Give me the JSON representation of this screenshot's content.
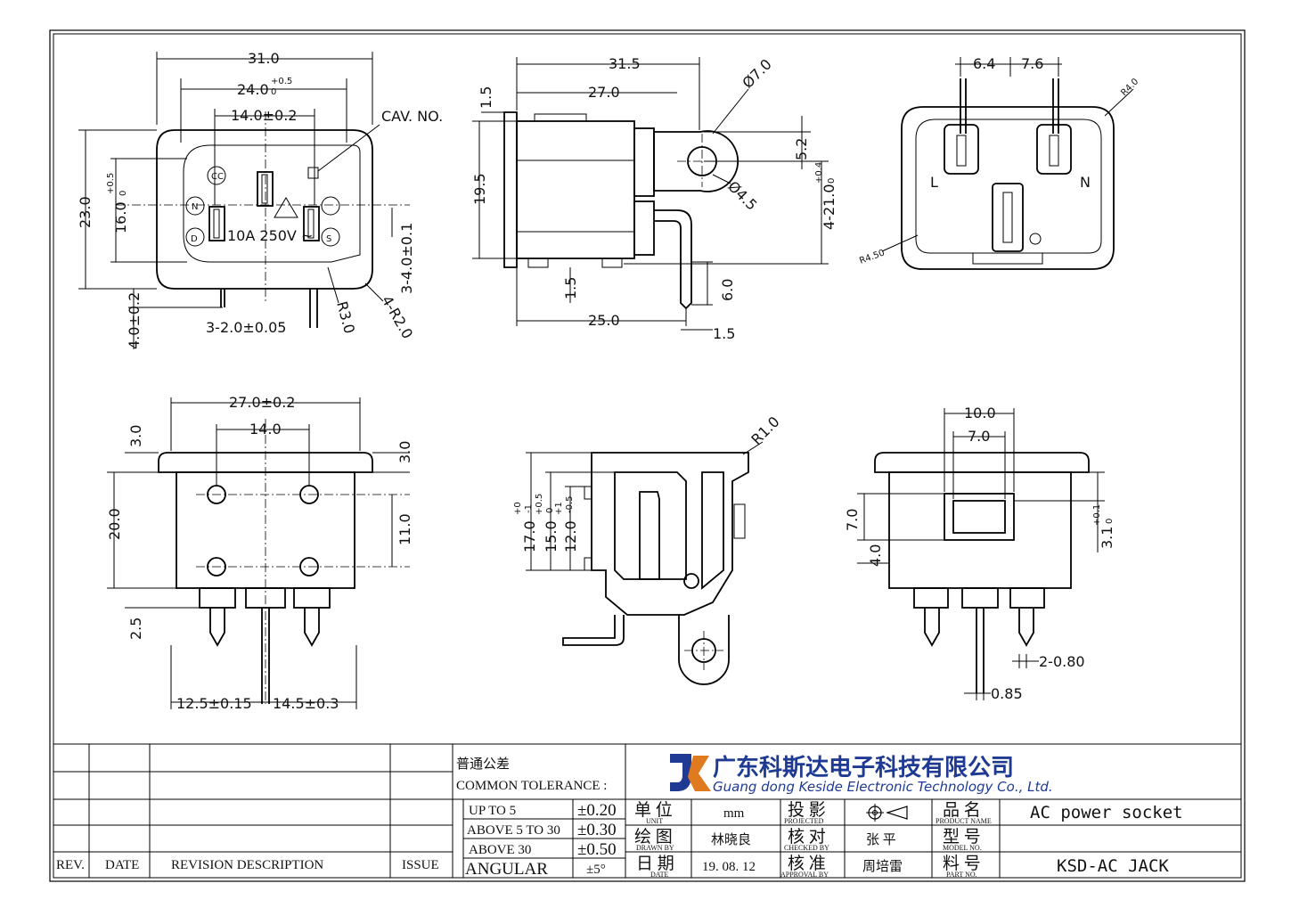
{
  "drawing": {
    "front_view": {
      "d_width": "31.0",
      "d_inner": "24.0",
      "d_inner_tol_sup": "+0.5",
      "d_inner_tol_sub": "0",
      "d_pin_span": "14.0±0.2",
      "cav_no": "CAV. NO.",
      "d_height": "23.0",
      "d_inner_h": "16.0",
      "d_inner_h_tol_sup": "+0.5",
      "d_inner_h_tol_sub": "0",
      "d_pin_len": "4.0±0.2",
      "d_pin_w": "3-2.0±0.05",
      "d_r3": "R3.0",
      "d_r2": "4-R2.0",
      "d_slot": "3-4.0±0.1",
      "rating": "10A 250V ~"
    },
    "side_view": {
      "d_depth": "31.5",
      "d_27": "27.0",
      "d_15": "1.5",
      "d_195": "19.5",
      "d_phi7": "Ø7.0",
      "d_phi45": "Ø4.5",
      "d_52": "5.2",
      "d_4_21": "4-21.0",
      "d_4_21_tol_sup": "+0.4",
      "d_4_21_tol_sub": "0",
      "d_15b": "1.5",
      "d_25": "25.0",
      "d_60": "6.0",
      "d_15c": "1.5"
    },
    "rear_view": {
      "d_64": "6.4",
      "d_76": "7.6",
      "d_r40": "R4.0",
      "d_r45": "R4.50",
      "mark_l": "L",
      "mark_n": "N"
    },
    "bottom_view": {
      "d_27": "27.0±0.2",
      "d_14": "14.0",
      "d_3a": "3.0",
      "d_3b": "3.0",
      "d_20": "20.0",
      "d_11": "11.0",
      "d_25": "2.5",
      "d_125": "12.5±0.15",
      "d_145": "14.5±0.3"
    },
    "section_view": {
      "d_r10": "R1.0",
      "d_17": "17.0",
      "d_17_tol_sup": "+0",
      "d_17_tol_sub": "-1",
      "d_15": "15.0",
      "d_15_tol_sup": "+0.5",
      "d_15_tol_sub": "0",
      "d_12": "12.0",
      "d_12_tol_sup": "+1",
      "d_12_tol_sub": "-0.5"
    },
    "end_view": {
      "d_10": "10.0",
      "d_7": "7.0",
      "d_7v": "7.0",
      "d_4": "4.0",
      "d_31": "3.1",
      "d_31_tol_sup": "+0.1",
      "d_31_tol_sub": "0",
      "d_280": "2-0.80",
      "d_085": "0.85"
    }
  },
  "title_block": {
    "rev_header": "REV.",
    "date_header": "DATE",
    "revision_header": "REVISION DESCRIPTION",
    "issue_header": "ISSUE",
    "tolerance_title_cn": "普通公差",
    "tolerance_title_en": "COMMON TOLERANCE :",
    "tolerances": [
      {
        "range": "UP TO 5",
        "value": "±0.20"
      },
      {
        "range": "ABOVE 5 TO 30",
        "value": "±0.30"
      },
      {
        "range": "ABOVE 30",
        "value": "±0.50"
      },
      {
        "range": "ANGULAR",
        "value": "±5°"
      }
    ],
    "company_cn": "广东科斯达电子科技有限公司",
    "company_en": "Guang dong Keside  Electronic Technology Co., Ltd.",
    "unit_cn": "单 位",
    "unit_en": "UNIT",
    "unit_value": "mm",
    "projected_cn": "投 影",
    "projected_en": "PROJECTED",
    "product_name_cn": "品 名",
    "product_name_en": "PRODUCT NAME",
    "product_name_value": "AC power socket",
    "drawn_cn": "绘 图",
    "drawn_en": "DRAWN BY",
    "drawn_value": "林晓良",
    "checked_cn": "核 对",
    "checked_en": "CHECKED BY",
    "checked_value": "张 平",
    "model_cn": "型 号",
    "model_en": "MODEL NO.",
    "date_cn": "日 期",
    "date_en": "DATE",
    "date_value": "19. 08. 12",
    "approval_cn": "核 准",
    "approval_en": "APPROVAL BY",
    "approval_value": "周培雷",
    "part_cn": "料 号",
    "part_en": "PART NO.",
    "part_value": "KSD-AC JACK"
  },
  "colors": {
    "line": "#000000",
    "brand": "#1f3a93",
    "paper": "#ffffff"
  }
}
